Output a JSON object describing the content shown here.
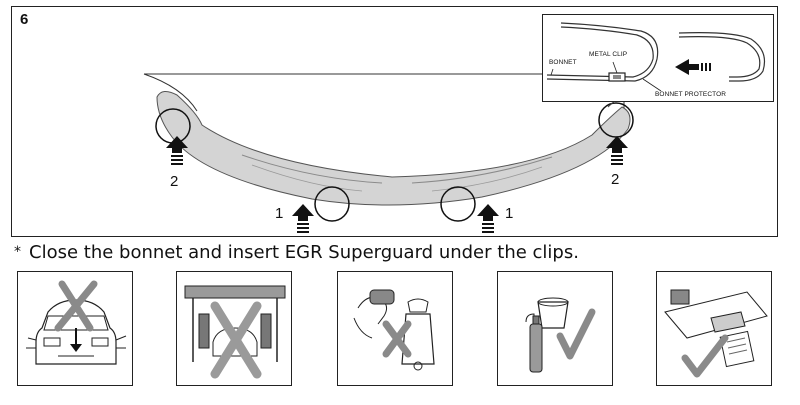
{
  "step": {
    "number": "6"
  },
  "inset": {
    "label_bonnet": "BONNET",
    "label_metal_clip": "METAL CLIP",
    "label_bonnet_protector": "BONNET PROTECTOR"
  },
  "callouts": {
    "left_side_num": "2",
    "right_side_num": "2",
    "left_bottom_num": "1",
    "right_bottom_num": "1"
  },
  "instruction": {
    "bullet": "*",
    "text": "Close the bonnet and insert EGR Superguard under the clips."
  },
  "icons": [
    {
      "name": "no-parking-lights-icon",
      "status": "cross"
    },
    {
      "name": "no-car-wash-icon",
      "status": "cross"
    },
    {
      "name": "no-dishwasher-icon",
      "status": "cross"
    },
    {
      "name": "use-cleaning-spray-icon",
      "status": "tick"
    },
    {
      "name": "keep-instructions-in-glovebox-icon",
      "status": "tick"
    }
  ],
  "colors": {
    "protector_fill": "#d4d4d4",
    "cross_color": "#8a8a8a",
    "tick_color": "#8a8a8a",
    "line_color": "#222222"
  }
}
